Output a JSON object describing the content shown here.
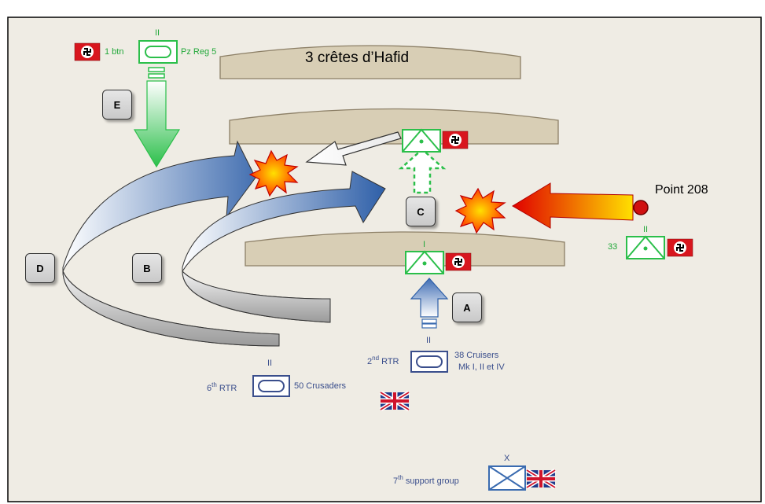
{
  "labels": {
    "hafid": "3 crêtes d’Hafid",
    "point208": "Point 208",
    "num33": "33",
    "btn": "1 btn",
    "pzreg": "Pz Reg 5",
    "ii_pz": "II",
    "ii_33": "II",
    "i_mid": "I",
    "ii_2rtr": "II",
    "ii_6rtr": "II",
    "x_support": "X",
    "rtr2_prefix": "2",
    "rtr2_sup": "nd",
    "rtr2_suffix": "RTR",
    "cruisers_line1": "38 Cruisers",
    "cruisers_line2": "Mk I, II et IV",
    "rtr6_prefix": "6",
    "rtr6_sup": "th",
    "rtr6_suffix": "RTR",
    "crusaders": "50 Crusaders",
    "support_prefix": "7",
    "support_sup": "th",
    "support_suffix": "support group"
  },
  "boxes": {
    "A": "A",
    "B": "B",
    "C": "C",
    "D": "D",
    "E": "E"
  },
  "colors": {
    "german": "#22a83a",
    "british": "#3a4e8c",
    "ridge": "#d8ceb5",
    "parchment": "#eeebe2",
    "arrow_blue": "#3a6bb0",
    "explosion": "#ff7a00"
  },
  "icons": [
    "german-flag-icon",
    "union-jack-icon",
    "explosion-icon",
    "battalion-symbol-icon",
    "point-marker-icon"
  ]
}
